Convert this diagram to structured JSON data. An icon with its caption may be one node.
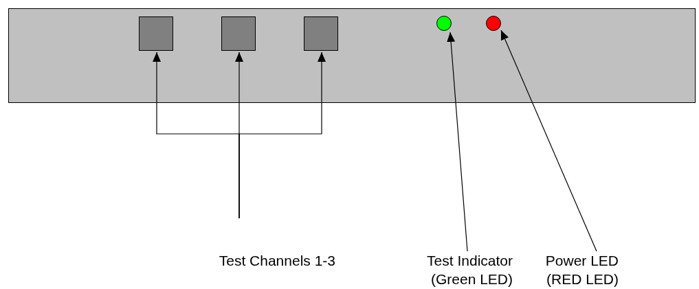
{
  "diagram": {
    "nodes": [
      {
        "text": [],
        "shape": "box"
      },
      {
        "text": [],
        "shape": "box",
        "in": 0
      },
      {
        "text": [],
        "shape": "box",
        "in": 0
      },
      {
        "text": [],
        "shape": "box",
        "in": 0
      },
      {
        "text": [],
        "shape": "circle",
        "in": 0
      },
      {
        "text": [],
        "shape": "circle",
        "in": 0
      },
      {
        "text": [
          "Test Channels 1-3"
        ]
      },
      {
        "text": [
          "Test Indicator (Green LED)"
        ]
      },
      {
        "text": [
          "Power LED (RED LED)"
        ]
      }
    ],
    "edges": [
      {
        "from": 6,
        "to": 1,
        "arrow": "to"
      },
      {
        "from": 6,
        "to": 2,
        "arrow": "to"
      },
      {
        "from": 6,
        "to": 3,
        "arrow": "to"
      },
      {
        "from": 7,
        "to": 4,
        "arrow": "to"
      },
      {
        "from": 8,
        "to": 5,
        "arrow": "to"
      }
    ]
  }
}
